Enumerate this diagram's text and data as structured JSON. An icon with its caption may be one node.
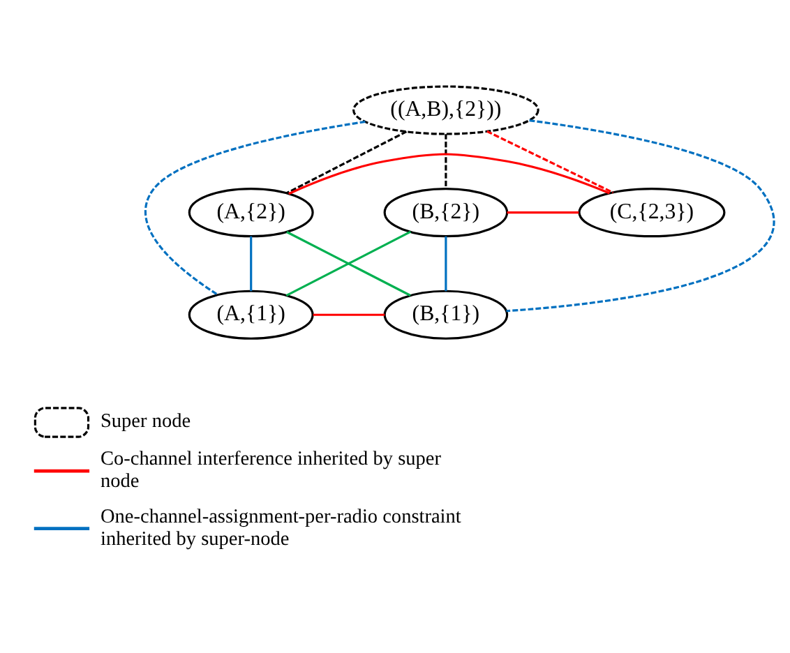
{
  "diagram": {
    "nodes": [
      {
        "text": [
          "((A,B),{2}))"
        ]
      },
      {
        "text": [
          "(A,{2})"
        ]
      },
      {
        "text": [
          "(B,{2})"
        ]
      },
      {
        "text": [
          "(C,{2,3})"
        ]
      },
      {
        "text": [
          "(A,{1})"
        ]
      },
      {
        "text": [
          "(B,{1})"
        ]
      }
    ],
    "edges": [
      {
        "from": 0,
        "to": 1,
        "arrow": "none",
        "style": "dashed",
        "color": "#000000"
      },
      {
        "from": 0,
        "to": 2,
        "arrow": "none",
        "style": "dashed",
        "color": "#000000"
      },
      {
        "from": 0,
        "to": 3,
        "arrow": "none",
        "style": "dashed",
        "color": "#ff0000"
      },
      {
        "from": 0,
        "to": 4,
        "arrow": "none",
        "style": "dashed",
        "color": "#0070c0"
      },
      {
        "from": 0,
        "to": 5,
        "arrow": "none",
        "style": "dashed",
        "color": "#0070c0"
      },
      {
        "from": 1,
        "to": 3,
        "arrow": "none",
        "color": "#ff0000"
      },
      {
        "from": 2,
        "to": 3,
        "arrow": "none",
        "color": "#ff0000"
      },
      {
        "from": 1,
        "to": 4,
        "arrow": "none",
        "color": "#0070c0"
      },
      {
        "from": 2,
        "to": 5,
        "arrow": "none",
        "color": "#0070c0"
      },
      {
        "from": 1,
        "to": 5,
        "arrow": "none",
        "color": "#00b050"
      },
      {
        "from": 2,
        "to": 4,
        "arrow": "none",
        "color": "#00b050"
      },
      {
        "from": 4,
        "to": 5,
        "arrow": "none",
        "color": "#ff0000"
      }
    ],
    "legend": [
      {
        "text": "Super node"
      },
      {
        "text": "Co-channel interference inherited by super node"
      },
      {
        "text": "One-channel-assignment-per-radio constraint inherited by super-node"
      }
    ]
  }
}
